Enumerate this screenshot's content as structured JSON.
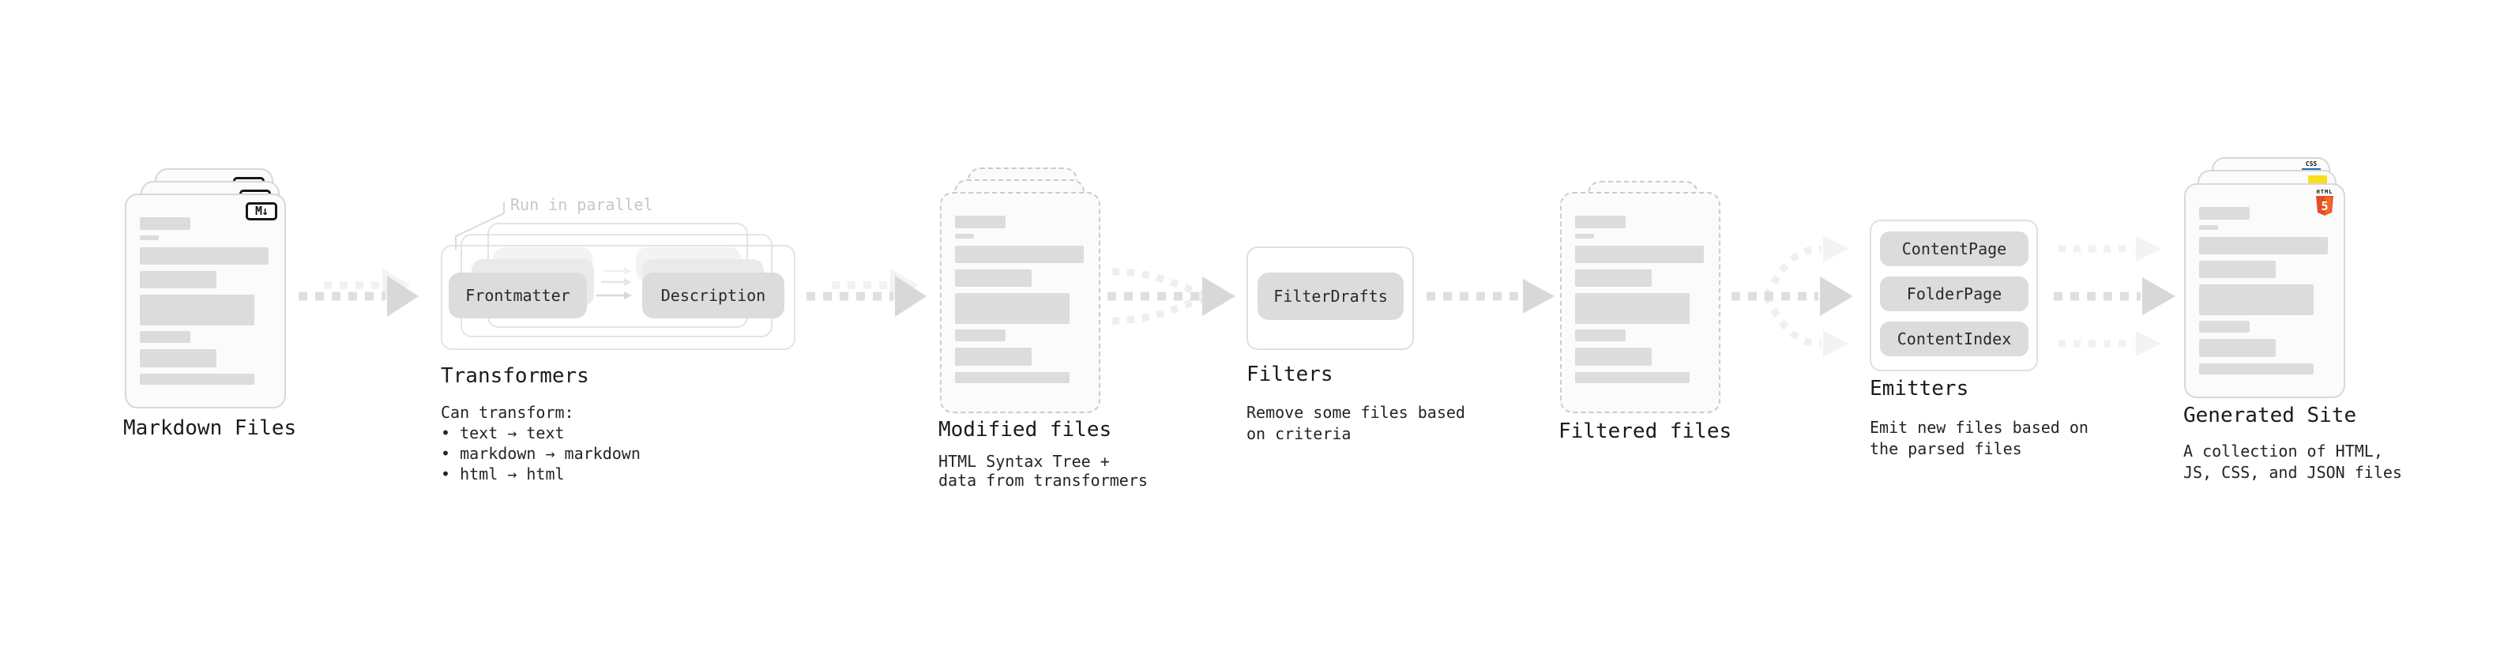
{
  "markdown": {
    "label": "Markdown Files",
    "badge": "M↓"
  },
  "transformers": {
    "label": "Transformers",
    "note": "Run in parallel",
    "pills": [
      "Frontmatter",
      "Description"
    ],
    "desc": [
      "Can transform:",
      "• text → text",
      "• markdown → markdown",
      "• html → html"
    ]
  },
  "modified": {
    "label": "Modified files",
    "desc": [
      "HTML Syntax Tree +",
      "data from transformers"
    ]
  },
  "filters": {
    "label": "Filters",
    "pill": "FilterDrafts",
    "desc": [
      "Remove some files based",
      "on criteria"
    ]
  },
  "filtered": {
    "label": "Filtered files"
  },
  "emitters": {
    "label": "Emitters",
    "pills": [
      "ContentPage",
      "FolderPage",
      "ContentIndex"
    ],
    "desc": [
      "Emit new files based on",
      "the parsed files"
    ]
  },
  "generated": {
    "label": "Generated Site",
    "css_badge": "CSS",
    "html_logo_text": "HTML",
    "html_logo_number": "5",
    "desc": [
      "A collection of HTML,",
      "JS, CSS, and JSON files"
    ]
  },
  "colors": {
    "html5_orange": "#e44d26",
    "html5_orange_light": "#f16529",
    "js_yellow": "#f7df1e",
    "css_blue": "#1572b6",
    "note_gray": "#c6c6c6",
    "bar_gray": "#dcdcdc",
    "arrow_gray": "#d8d8d8"
  }
}
